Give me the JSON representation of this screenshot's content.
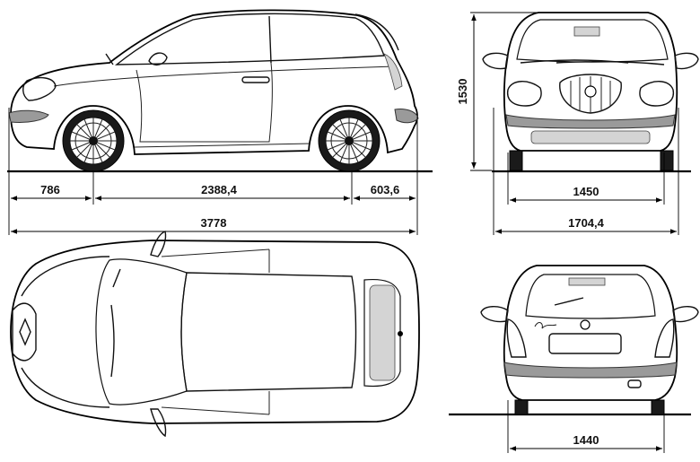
{
  "dimensions": {
    "side_front_overhang": "786",
    "side_wheelbase": "2388,4",
    "side_rear_overhang": "603,6",
    "side_length": "3778",
    "front_height": "1530",
    "front_track": "1450",
    "front_width": "1704,4",
    "rear_track": "1440"
  }
}
